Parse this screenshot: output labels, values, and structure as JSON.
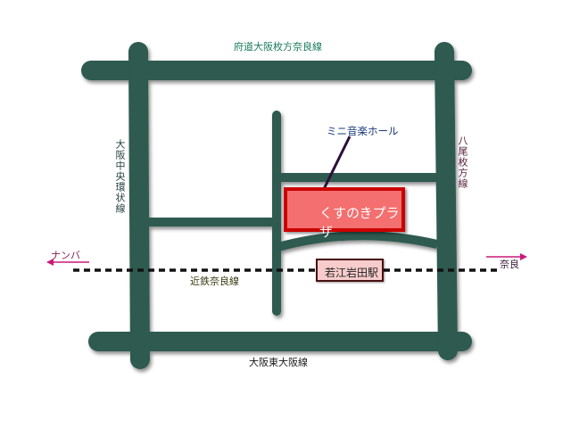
{
  "roads": {
    "north": "府道大阪枚方奈良線",
    "west": "大阪中央環状線",
    "east": "八尾枚方線",
    "south": "大阪東大阪線"
  },
  "railway": {
    "name": "近鉄奈良線",
    "west_direction": "ナンバ",
    "east_direction": "奈良"
  },
  "landmarks": {
    "hall": "ミニ音楽ホール",
    "facility": "くすのきプラザ",
    "station": "若江岩田駅"
  },
  "colors": {
    "road": "#2d5a50",
    "facility_fill": "#f46f6f",
    "facility_border": "#cc0000",
    "station_fill": "#f8cccc",
    "arrow": "#c8197a",
    "pointer": "#2d0f3a"
  }
}
